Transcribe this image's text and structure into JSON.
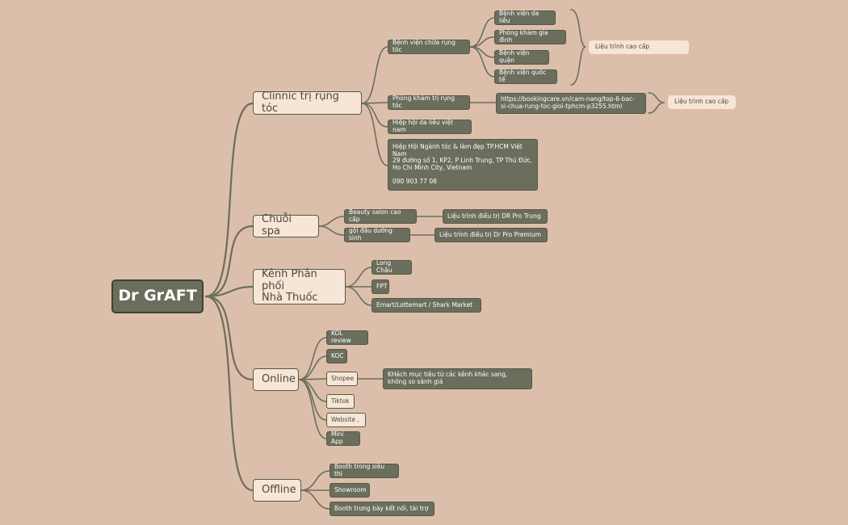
{
  "root": "Dr GrAFT",
  "branches": {
    "clinic": {
      "label": "Clinnic trị rụng tóc",
      "hospital": {
        "label": "Bệnh viện chữa rụng tóc",
        "items": [
          "Bệnh viện da liễu",
          "Phòng khám gia đình",
          "Bệnh viện quận",
          "Bệnh viện quốc tế"
        ],
        "summary": "Liệu trình cao cấp"
      },
      "clinic_room": {
        "label": "Phòng khám trị rụng tóc",
        "link": "https://bookingcare.vn/cam-nang/top-6-bac-si-chua-rung-toc-gioi-tphcm-p3255.html",
        "summary": "Liệu trình cao cấp"
      },
      "association": "Hiệp hội da liễu việt nam",
      "hcm_association": "Hiệp Hội Ngành tóc & làm đẹp TP.HCM Việt Nam\n29 đường số 1, KP2, P Linh Trung, TP Thủ Đức, Ho Chi Minh City, Vietnam\n\n090 903 77 08"
    },
    "spa": {
      "label": "Chuỗi spa",
      "salon": "Beauty salon cao cấp",
      "salon_treatment": "Liệu trình điều trị DR Pro Trung",
      "shampoo": "gội đầu dưỡng sinh",
      "shampoo_treatment": "Liệu trình điều trị Dr Pro Premium"
    },
    "pharmacy": {
      "label": "Kênh Phân phối\nNhà Thuốc",
      "items": [
        "Long Châu",
        "FPT",
        "Emart/Lottemart / Shark Market"
      ]
    },
    "online": {
      "label": "Online",
      "kol": "KOL review",
      "koc": "KOC",
      "shopee": "Shopee",
      "shopee_note": "KHách mục tiêu từ các kênh khác sang, không so sánh giá",
      "tiktok": "Tiktok",
      "website": "Website ,",
      "miniapp": "Mini App"
    },
    "offline": {
      "label": "Offline",
      "items": [
        "Booth trong siêu thị",
        "Showroom",
        "Booth trưng bày kết nối, tài trợ"
      ]
    }
  },
  "colors": {
    "background": "#dcbfaa",
    "dark_node": "#6b6e5c",
    "light_node": "#f7e5d6",
    "line": "#6b6e5c",
    "note_border": "#e8b999"
  }
}
